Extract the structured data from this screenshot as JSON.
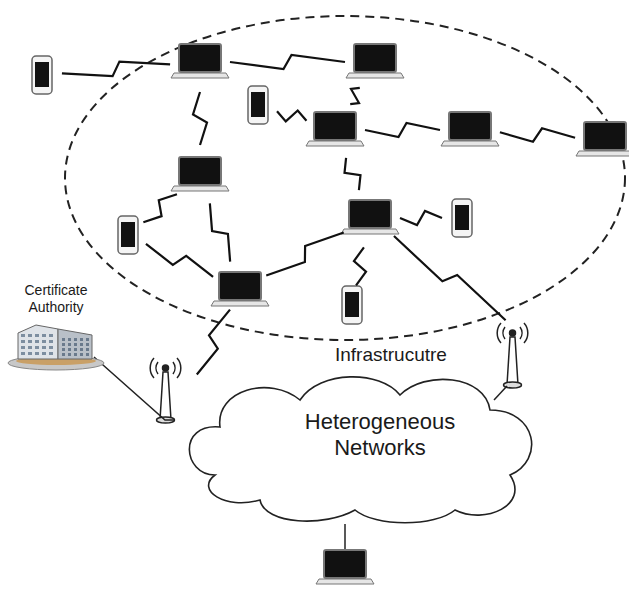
{
  "diagram": {
    "nodes": [
      {
        "text": [
          "Certificate Authority"
        ]
      },
      {
        "text": [
          "Heterogeneous Networks"
        ]
      }
    ],
    "edges": [
      {
        "from": 0,
        "to": 1,
        "arrow": "none"
      }
    ],
    "labels": [
      "Infrastrucutre"
    ]
  }
}
